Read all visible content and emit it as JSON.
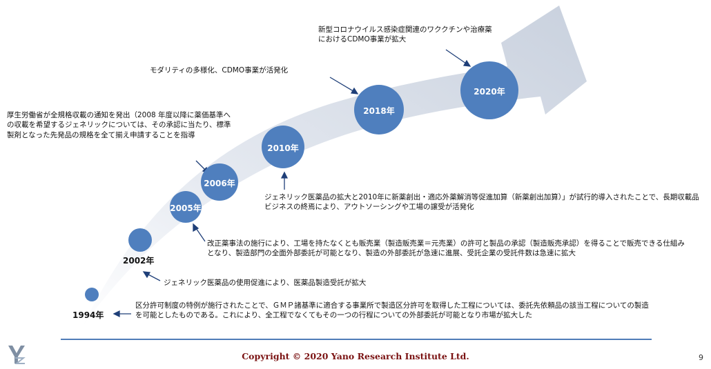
{
  "milestones": [
    {
      "year": "1994年",
      "note": "区分許可制度の特例が施行されたことで、ＧＭＰ諸基準に適合する事業所で製造区分許可を取得した工程については、委託先依頼品の該当工程についての製造を可能としたものである。これにより、全工程でなくてもその一つの行程についての外部委託が可能となり市場が拡大した"
    },
    {
      "year": "2002年",
      "note": "ジェネリック医薬品の使用促進により、医薬品製造受託が拡大"
    },
    {
      "year": "2005年",
      "note": "改正薬事法の施行により、工場を持たなくとも販売業（製造販売業＝元売業）の許可と製品の承認（製造販売承認）を得ることで販売できる仕組みとなり、製造部門の全面外部委託が可能となり、製造の外部委託が急速に進展、受託企業の受託件数は急速に拡大"
    },
    {
      "year": "2006年",
      "note": "厚生労働省が全規格収載の通知を発出（2008 年度以降に薬価基準への収載を希望するジェネリックについては、その承認に当たり、標準製剤となった先発品の規格を全て揃え申請することを指導"
    },
    {
      "year": "2010年",
      "note": "ジェネリック医薬品の拡大と2010年に新薬創出・適応外薬解消等促進加算（新薬創出加算）」が試行的導入されたことで、長期収載品ビジネスの終焉により、アウトソーシングや工場の譲受が活発化"
    },
    {
      "year": "2018年",
      "note": "モダリティの多様化、CDMO事業が活発化"
    },
    {
      "year": "2020年",
      "note": "新型コロナウイルス感染症関連のワククチンや治療薬におけるCDMO事業が拡大"
    }
  ],
  "footer": {
    "copyright": "Copyright © 2020  Yano Research Institute Ltd.",
    "page_number": "9"
  },
  "colors": {
    "arrow": "#d7dde8",
    "circle": "#4f7fbe",
    "pointer": "#1f3f78",
    "rule": "#4f7cb8",
    "copyright": "#7a1212"
  }
}
